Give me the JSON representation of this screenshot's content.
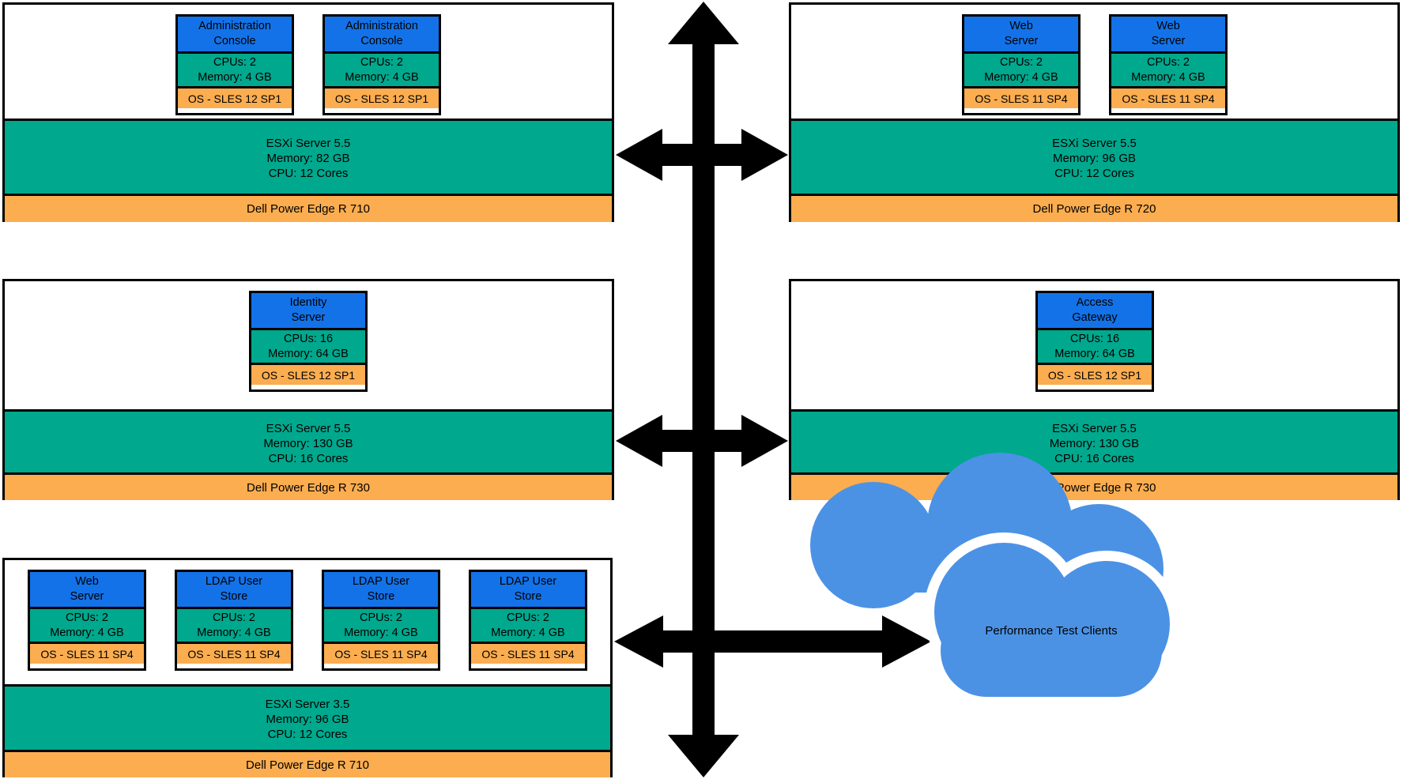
{
  "colors": {
    "vm_header_blue": "#1372E8",
    "band_green": "#00A88D",
    "band_orange": "#FBAD50",
    "cloud_blue": "#4B92E5",
    "border_black": "#000000"
  },
  "hosts": {
    "top_left": {
      "vms": [
        {
          "name": "Administration\nConsole",
          "specs": "CPUs: 2\nMemory: 4 GB",
          "os": "OS - SLES 12 SP1"
        },
        {
          "name": "Administration\nConsole",
          "specs": "CPUs: 2\nMemory: 4 GB",
          "os": "OS - SLES 12 SP1"
        }
      ],
      "esxi": "ESXi Server 5.5\nMemory: 82 GB\nCPU: 12 Cores",
      "hardware": "Dell Power Edge R 710"
    },
    "top_right": {
      "vms": [
        {
          "name": "Web\nServer",
          "specs": "CPUs: 2\nMemory: 4 GB",
          "os": "OS - SLES 11 SP4"
        },
        {
          "name": "Web\nServer",
          "specs": "CPUs: 2\nMemory: 4 GB",
          "os": "OS - SLES 11 SP4"
        }
      ],
      "esxi": "ESXi Server 5.5\nMemory: 96 GB\nCPU: 12 Cores",
      "hardware": "Dell Power Edge R 720"
    },
    "mid_left": {
      "vms": [
        {
          "name": "Identity\nServer",
          "specs": "CPUs: 16\nMemory: 64 GB",
          "os": "OS - SLES 12 SP1"
        }
      ],
      "esxi": "ESXi Server 5.5\nMemory: 130  GB\nCPU: 16 Cores",
      "hardware": "Dell Power Edge R 730"
    },
    "mid_right": {
      "vms": [
        {
          "name": "Access\nGateway",
          "specs": "CPUs: 16\nMemory: 64 GB",
          "os": "OS - SLES 12 SP1"
        }
      ],
      "esxi": "ESXi Server 5.5\nMemory: 130 GB\nCPU: 16 Cores",
      "hardware": "Dell Power Edge R 730"
    },
    "bottom_left": {
      "vms": [
        {
          "name": "Web\nServer",
          "specs": "CPUs: 2\nMemory: 4 GB",
          "os": "OS - SLES 11 SP4"
        },
        {
          "name": "LDAP User\nStore",
          "specs": "CPUs: 2\nMemory: 4 GB",
          "os": "OS - SLES 11 SP4"
        },
        {
          "name": "LDAP User\nStore",
          "specs": "CPUs: 2\nMemory: 4 GB",
          "os": "OS - SLES 11 SP4"
        },
        {
          "name": "LDAP User\nStore",
          "specs": "CPUs: 2\nMemory: 4 GB",
          "os": "OS - SLES 11 SP4"
        }
      ],
      "esxi": "ESXi Server 3.5\nMemory: 96 GB\nCPU: 12 Cores",
      "hardware": "Dell Power Edge R 710"
    }
  },
  "cloud": {
    "label": "Performance Test Clients"
  }
}
